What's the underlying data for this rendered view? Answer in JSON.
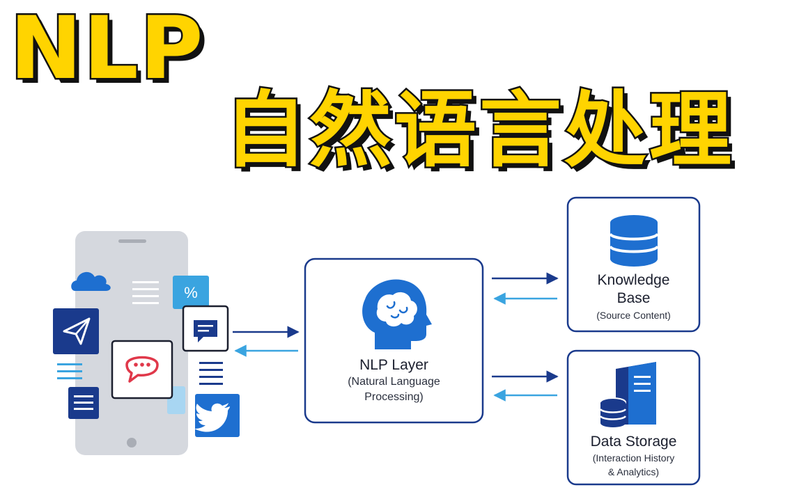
{
  "title": {
    "main": "NLP",
    "subtitle": "自然语言处理"
  },
  "nodes": {
    "nlp_layer": {
      "title": "NLP Layer",
      "sub1": "(Natural Language",
      "sub2": "Processing)"
    },
    "knowledge_base": {
      "title1": "Knowledge",
      "title2": "Base",
      "sub": "(Source Content)"
    },
    "data_storage": {
      "title": "Data Storage",
      "sub1": "(Interaction History",
      "sub2": "& Analytics)"
    }
  },
  "icons": {
    "percent": "%",
    "brain": "brain-head-icon",
    "database": "database-icon",
    "server": "server-icon"
  },
  "colors": {
    "title_fill": "#ffd400",
    "dark_blue": "#1a3a8c",
    "light_blue": "#3aa4e0",
    "mid_blue": "#1e6fd0",
    "chat_red": "#e0384a"
  }
}
